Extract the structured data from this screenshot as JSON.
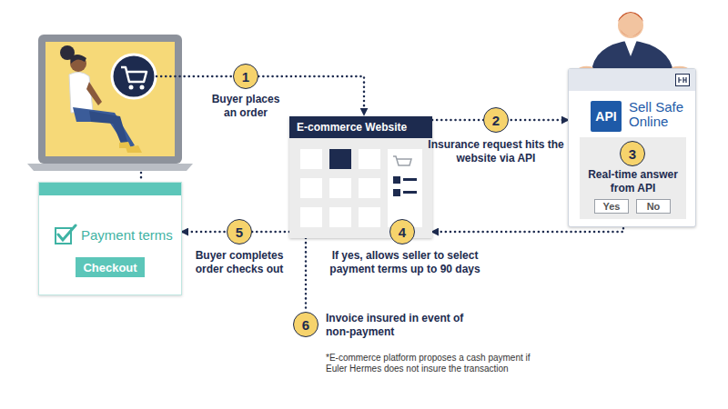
{
  "diagram": {
    "nodes": [
      {
        "text": [
          "1"
        ]
      },
      {
        "text": [
          "E-commerce Website"
        ]
      },
      {
        "text": [
          "2"
        ]
      },
      {
        "text": [
          "Sell Safe Online"
        ]
      },
      {
        "text": [
          "API"
        ],
        "in": 3
      },
      {
        "text": [
          "Real-time answer from API"
        ],
        "in": 3
      },
      {
        "text": [
          "3"
        ],
        "in": 5
      },
      {
        "text": [
          "Yes"
        ],
        "in": 5
      },
      {
        "text": [
          "No"
        ],
        "in": 5
      },
      {
        "text": [
          "4"
        ]
      },
      {
        "text": [
          "Payment terms"
        ]
      },
      {
        "text": [
          "Checkout"
        ],
        "in": 10
      },
      {
        "text": [
          "5"
        ]
      },
      {
        "text": [
          "6"
        ]
      }
    ],
    "edges": [
      {
        "from": 1,
        "to": 3,
        "arrow": "to"
      },
      {
        "from": 5,
        "to": 1,
        "arrow": "to"
      },
      {
        "from": 1,
        "to": 10,
        "arrow": "to"
      },
      {
        "from": 1,
        "to": 13,
        "arrow": "none"
      }
    ],
    "labels": [
      "Buyer places an order",
      "Insurance request hits the website via API",
      "If yes, allows seller to select payment terms up to 90 days",
      "Buyer completes order checks out",
      "Invoice insured in event of non-payment",
      "*E-commerce platform proposes a cash payment if Euler Hermes does not insure the transaction"
    ]
  }
}
